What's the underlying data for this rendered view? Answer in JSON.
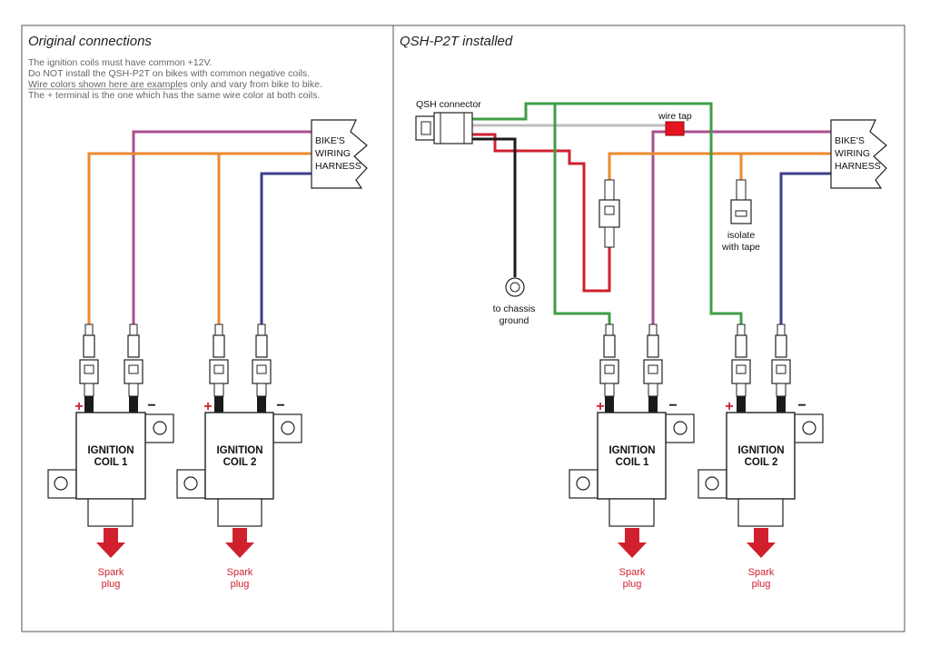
{
  "colors": {
    "orange": "#ec8a2e",
    "purple": "#a94f8f",
    "navy": "#3b3e8c",
    "green": "#3f9e48",
    "red": "#d0202e",
    "gray": "#bdbdbd",
    "black": "#1a1a1a"
  },
  "left_panel": {
    "title": "Original connections",
    "notes": [
      "The ignition coils must have common +12V.",
      "Do NOT install the QSH-P2T on bikes with common negative coils.",
      "Wire colors shown here are examples only and vary from bike to bike.",
      "The + terminal is the one which has the same wire color at both coils."
    ],
    "harness_label": [
      "BIKE'S",
      "WIRING",
      "HARNESS"
    ],
    "coils": [
      {
        "label_line1": "IGNITION",
        "label_line2": "COIL 1",
        "plus": "+",
        "minus": "−",
        "spark_line1": "Spark",
        "spark_line2": "plug"
      },
      {
        "label_line1": "IGNITION",
        "label_line2": "COIL 2",
        "plus": "+",
        "minus": "−",
        "spark_line1": "Spark",
        "spark_line2": "plug"
      }
    ]
  },
  "right_panel": {
    "title": "QSH-P2T installed",
    "qsh_connector_label": "QSH connector",
    "wire_tap_label": "wire tap",
    "chassis_label": [
      "to chassis",
      "ground"
    ],
    "isolate_label": [
      "isolate",
      "with tape"
    ],
    "harness_label": [
      "BIKE'S",
      "WIRING",
      "HARNESS"
    ],
    "coils": [
      {
        "label_line1": "IGNITION",
        "label_line2": "COIL 1",
        "plus": "+",
        "minus": "−",
        "spark_line1": "Spark",
        "spark_line2": "plug"
      },
      {
        "label_line1": "IGNITION",
        "label_line2": "COIL 2",
        "plus": "+",
        "minus": "−",
        "spark_line1": "Spark",
        "spark_line2": "plug"
      }
    ]
  }
}
